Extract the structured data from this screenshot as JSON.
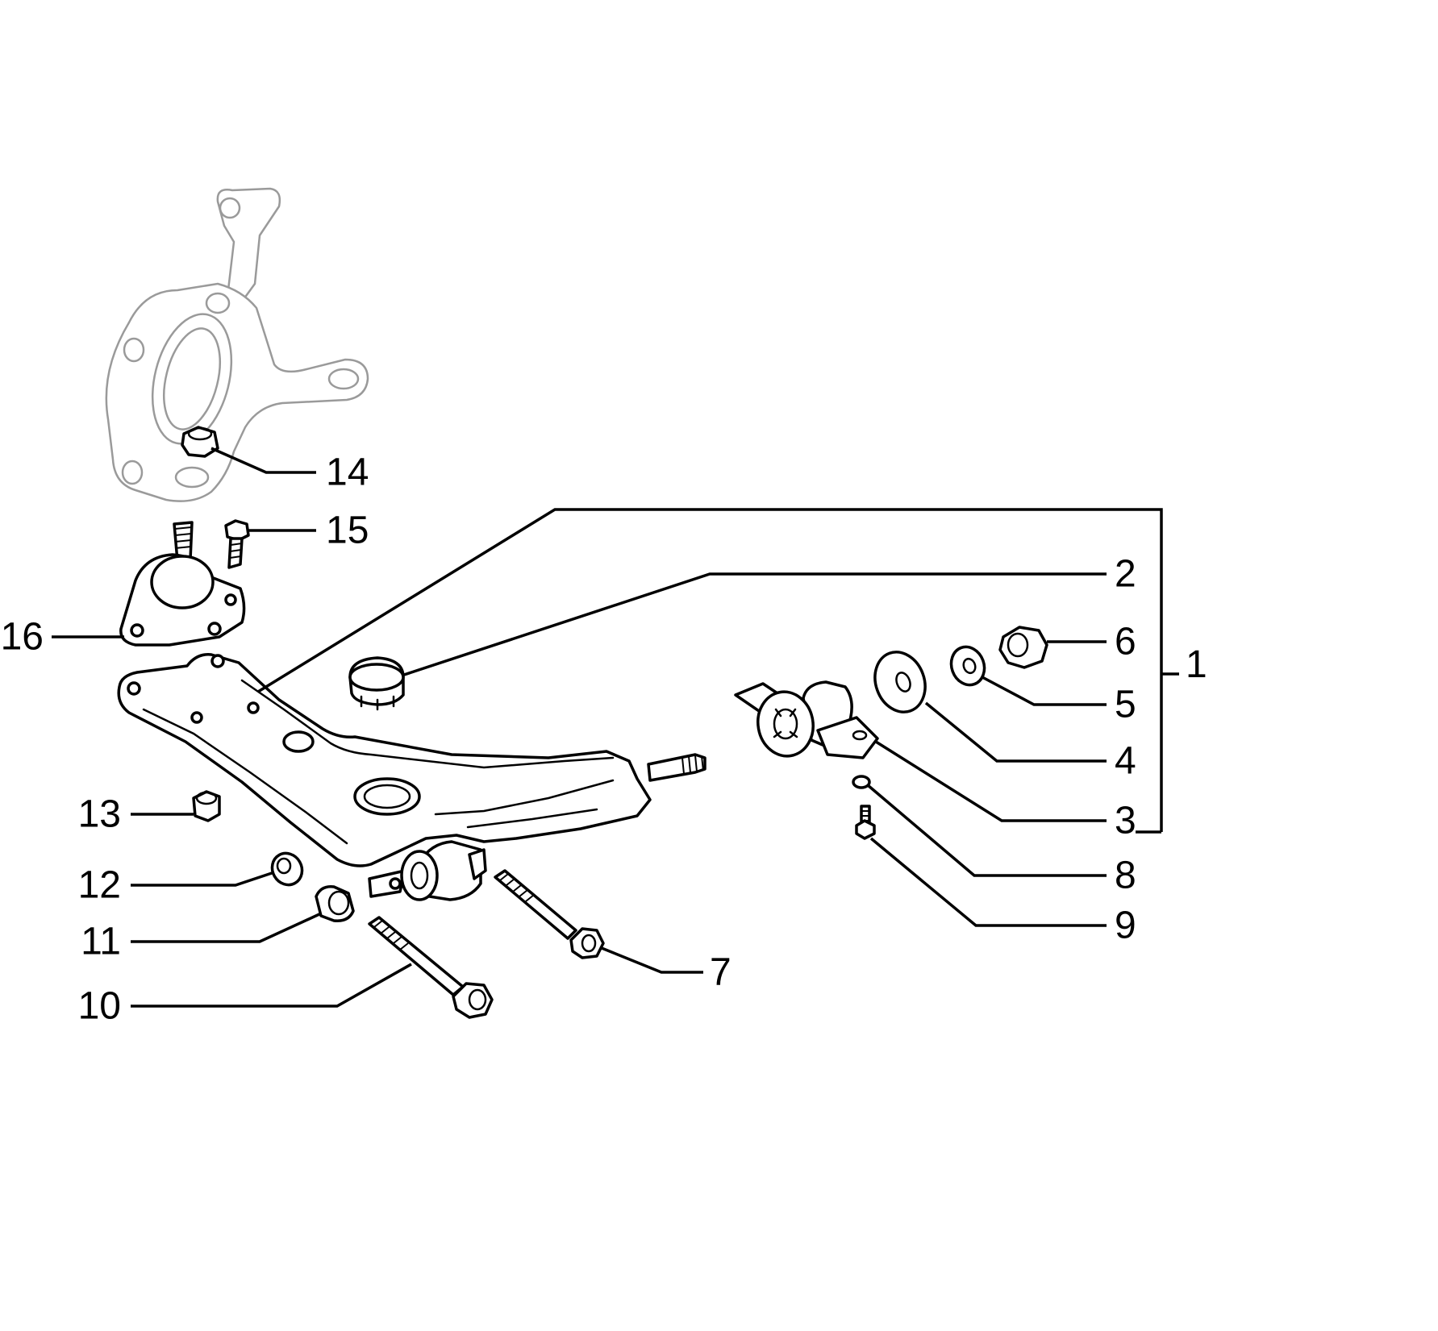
{
  "diagram": {
    "callouts": [
      {
        "id": "c1",
        "label": "1"
      },
      {
        "id": "c2",
        "label": "2"
      },
      {
        "id": "c3",
        "label": "3"
      },
      {
        "id": "c4",
        "label": "4"
      },
      {
        "id": "c5",
        "label": "5"
      },
      {
        "id": "c6",
        "label": "6"
      },
      {
        "id": "c7",
        "label": "7"
      },
      {
        "id": "c8",
        "label": "8"
      },
      {
        "id": "c9",
        "label": "9"
      },
      {
        "id": "c10",
        "label": "10"
      },
      {
        "id": "c11",
        "label": "11"
      },
      {
        "id": "c12",
        "label": "12"
      },
      {
        "id": "c13",
        "label": "13"
      },
      {
        "id": "c14",
        "label": "14"
      },
      {
        "id": "c15",
        "label": "15"
      },
      {
        "id": "c16",
        "label": "16"
      }
    ],
    "colors": {
      "line": "#000000",
      "ghost_line": "#9a9a9a",
      "background": "#ffffff"
    }
  }
}
